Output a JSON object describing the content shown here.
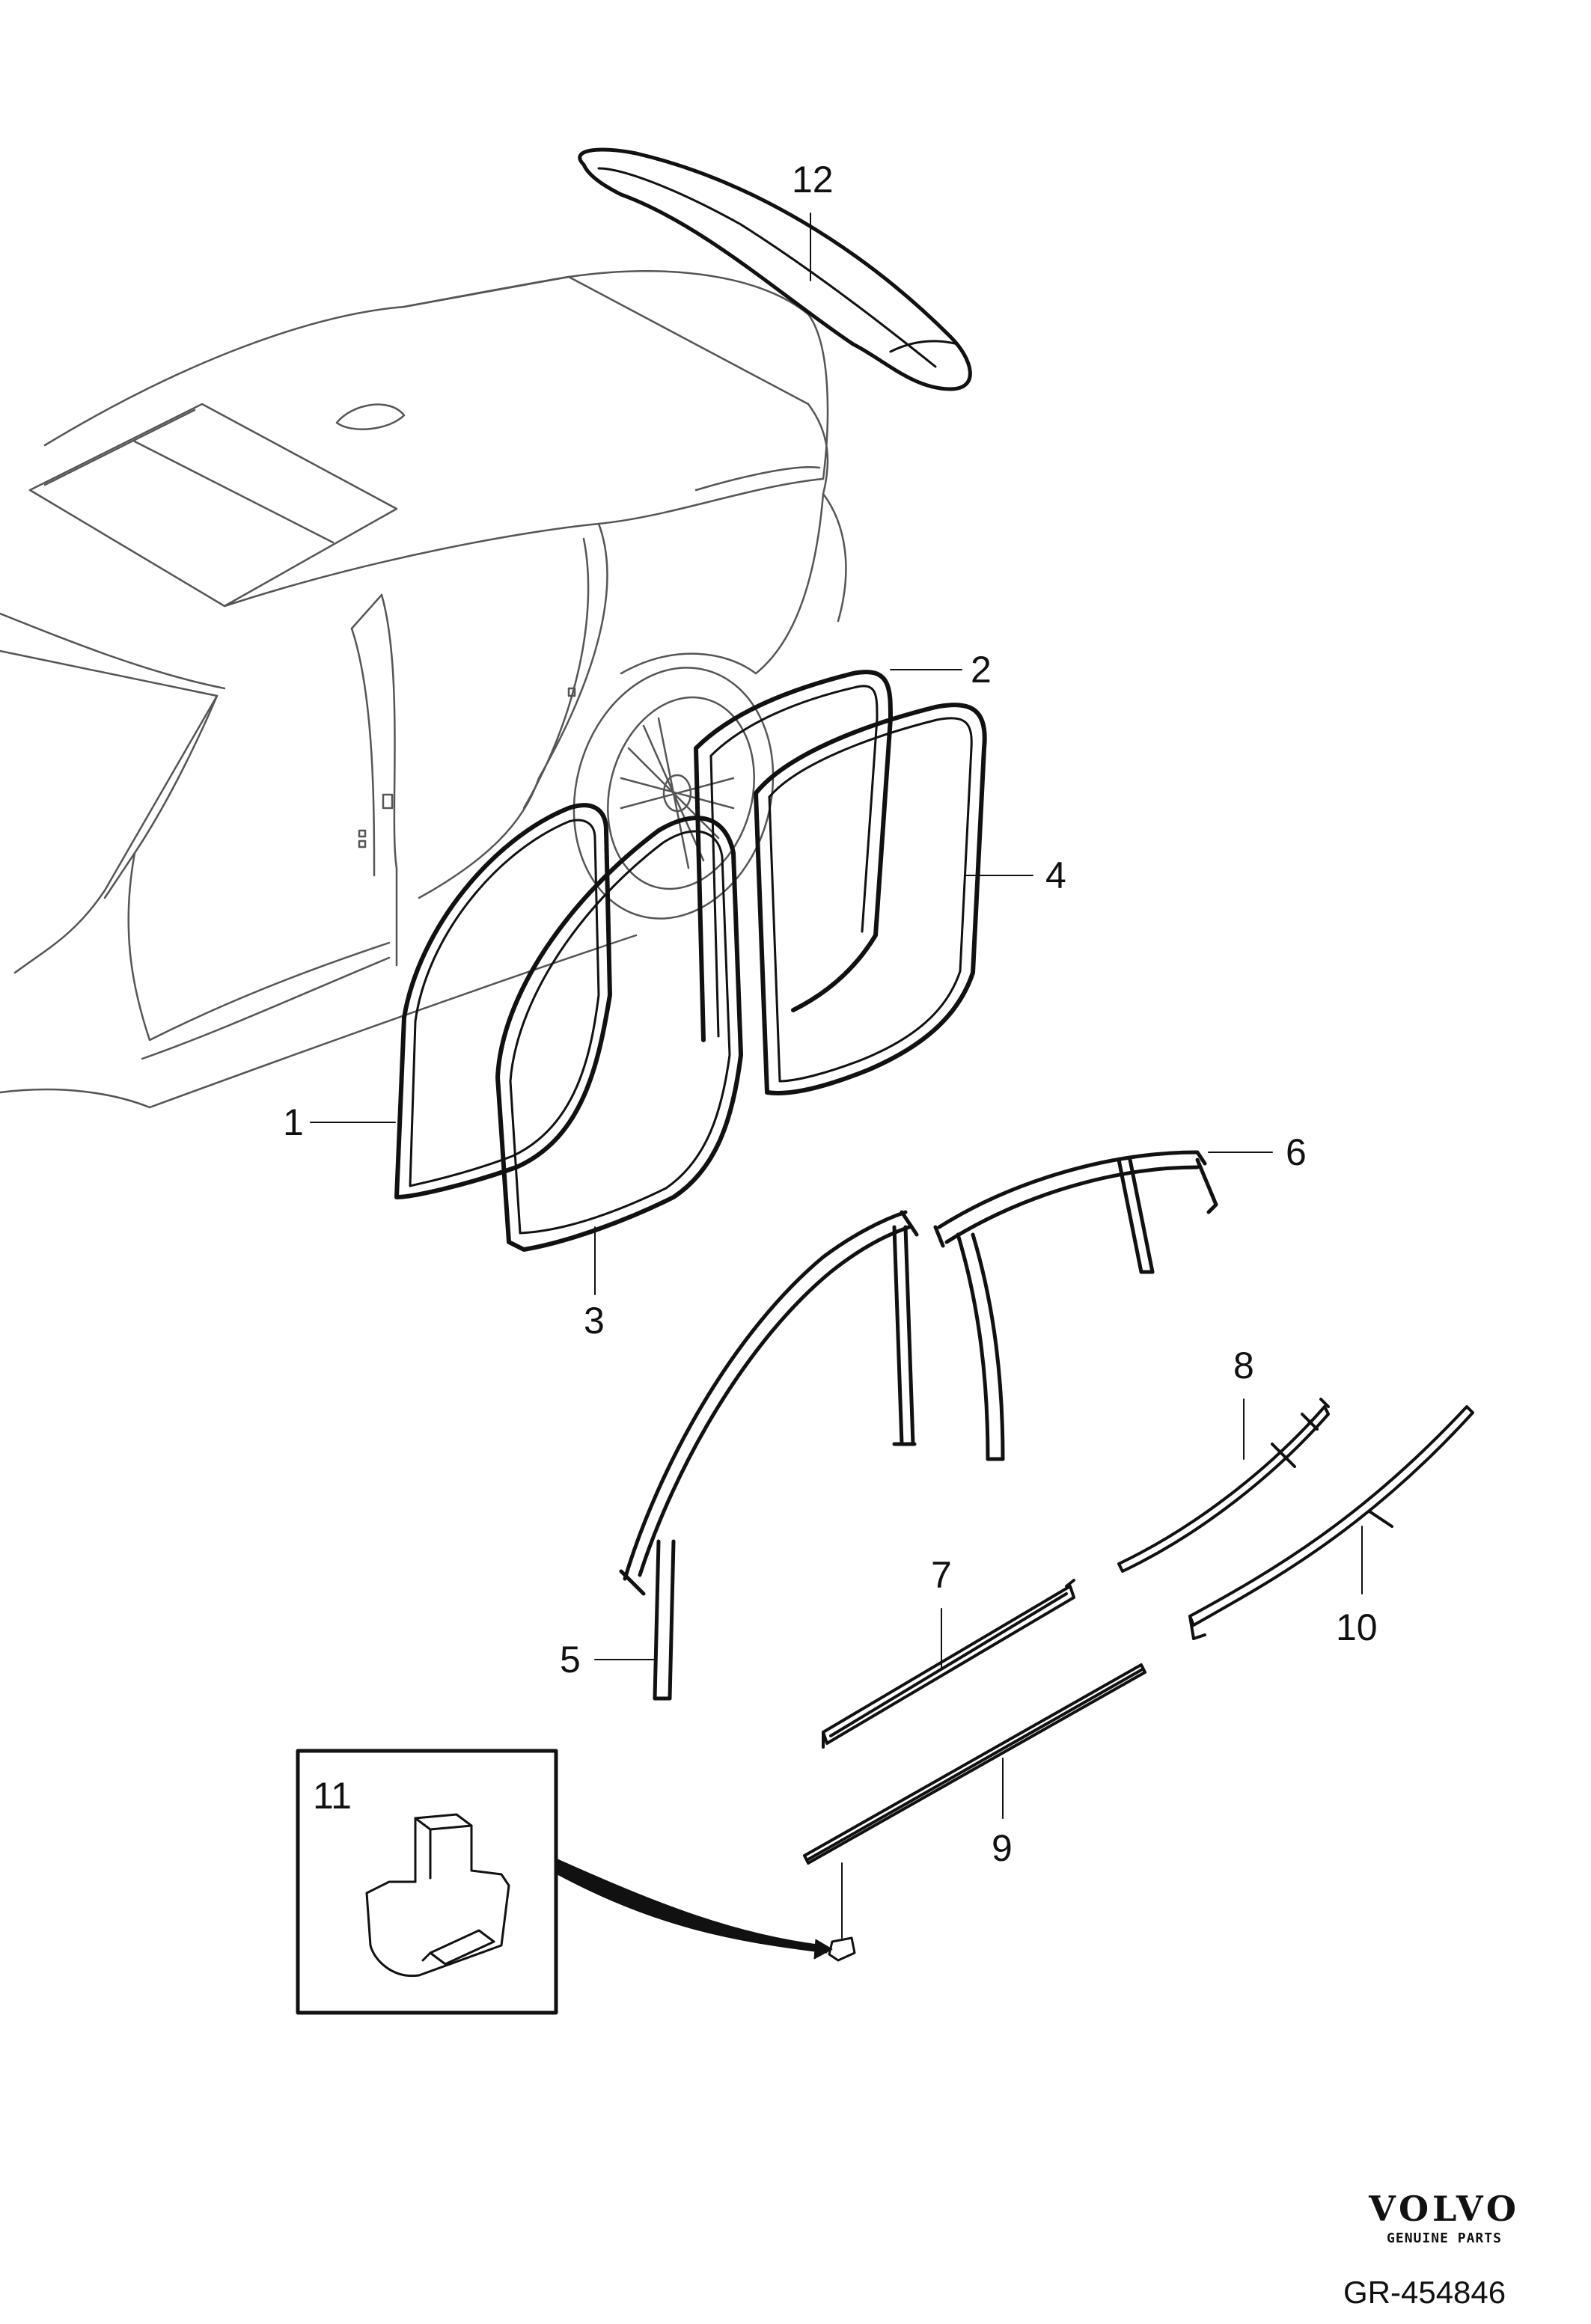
{
  "diagram": {
    "callouts": [
      {
        "id": "1",
        "label": "1"
      },
      {
        "id": "2",
        "label": "2"
      },
      {
        "id": "3",
        "label": "3"
      },
      {
        "id": "4",
        "label": "4"
      },
      {
        "id": "5",
        "label": "5"
      },
      {
        "id": "6",
        "label": "6"
      },
      {
        "id": "7",
        "label": "7"
      },
      {
        "id": "8",
        "label": "8"
      },
      {
        "id": "9",
        "label": "9"
      },
      {
        "id": "10",
        "label": "10"
      },
      {
        "id": "11",
        "label": "11"
      },
      {
        "id": "12",
        "label": "12"
      }
    ],
    "detail_inset_label": "11"
  },
  "footer": {
    "brand": "VOLVO",
    "brand_sub": "GENUINE PARTS",
    "ref": "GR-454846"
  },
  "colors": {
    "line": "#111111",
    "thin_line": "#555555",
    "background": "#ffffff"
  }
}
